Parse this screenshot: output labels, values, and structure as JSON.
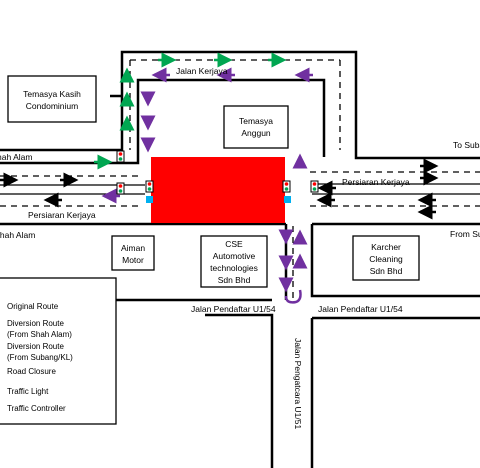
{
  "map": {
    "labels": {
      "road_top": "Jalan Kerjaya",
      "road_main_left": "Persiaran Kerjaya",
      "road_main_right": "Persiaran Kerjaya",
      "to_subang": "To Subang",
      "from_subang": "From Subang",
      "to_shah_alam": "To Shah Alam",
      "from_shah_alam": "From Shah Alam",
      "road_left_lower": "Jalan Pendaftar U1/54",
      "road_right_lower": "Jalan Pendaftar U1/54",
      "road_vertical": "Jalan Pengatcara U1/51"
    },
    "buildings": {
      "temasya_kasih": [
        "Temasya Kasih",
        "Condominium"
      ],
      "temasya_anggun": [
        "Temasya",
        "Anggun"
      ],
      "aiman_motor": [
        "Aiman",
        "Motor"
      ],
      "cse": [
        "CSE",
        "Automotive",
        "technologies",
        "Sdn Bhd"
      ],
      "karcher": [
        "Karcher",
        "Cleaning",
        "Sdn Bhd"
      ]
    },
    "legend": {
      "items": [
        "Original Route",
        "Diversion Route (From Shah Alam)",
        "Diversion Route (From Subang/KL)",
        "Road Closure",
        "Traffic Light",
        "Traffic Controller"
      ],
      "items_display": [
        [
          "Original Route"
        ],
        [
          "Diversion Route",
          "(From Shah Alam)"
        ],
        [
          "Diversion Route",
          "(From Subang/KL)"
        ],
        [
          "Road Closure"
        ],
        [
          "Traffic Light"
        ],
        [
          "Traffic Controller"
        ]
      ]
    },
    "colors": {
      "road_closure": "#ff0000",
      "diversion_from_shah_alam": "#00a651",
      "diversion_from_subang": "#7030a0",
      "original_route": "#000000",
      "traffic_controller": "#00b0f0",
      "road_line": "#000000"
    }
  }
}
